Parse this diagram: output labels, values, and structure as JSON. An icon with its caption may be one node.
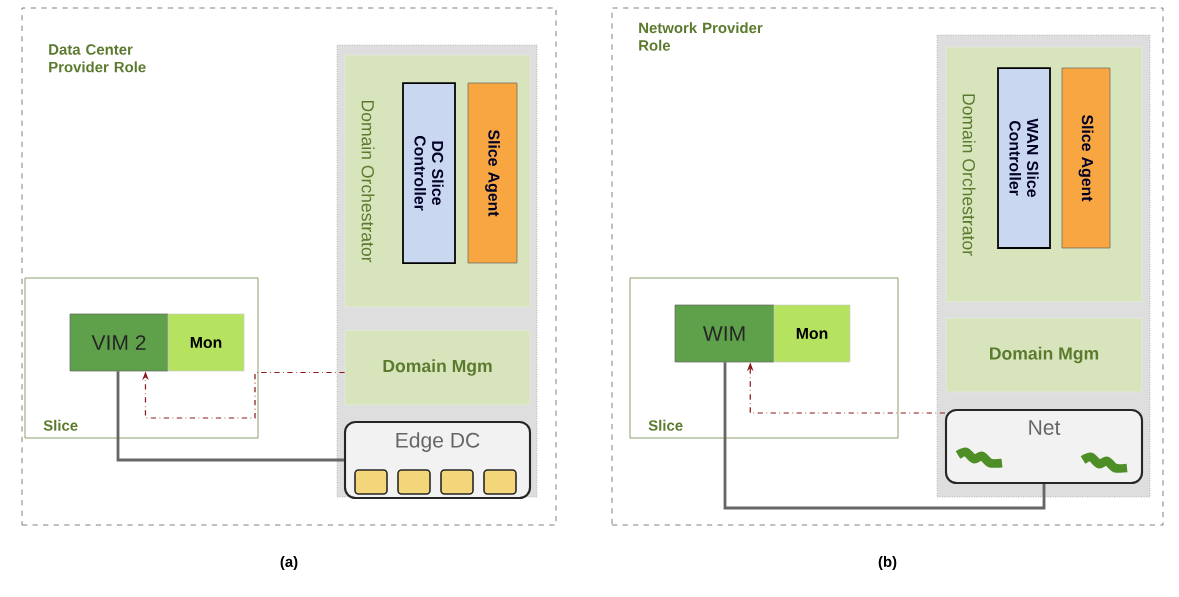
{
  "diagram": {
    "nodes": [
      {
        "text": [
          "Data Center Provider Role"
        ],
        "beside": [
          "(a)"
        ]
      },
      {
        "text": [],
        "shape": "box",
        "in": 0
      },
      {
        "text": [
          "Domain Orchestrator"
        ],
        "in": 1
      },
      {
        "text": [
          "DC Slice Controller"
        ],
        "in": 2
      },
      {
        "text": [
          "Slice Agent"
        ],
        "in": 2
      },
      {
        "text": [
          "Domain Mgm"
        ],
        "in": 1
      },
      {
        "text": [
          "Edge DC"
        ],
        "in": 1
      },
      {
        "text": [],
        "shape": "box",
        "in": 6
      },
      {
        "text": [],
        "shape": "box",
        "in": 6
      },
      {
        "text": [],
        "shape": "box",
        "in": 6
      },
      {
        "text": [],
        "shape": "box",
        "in": 6
      },
      {
        "text": [
          "Slice"
        ],
        "in": 0
      },
      {
        "text": [
          "VIM 2"
        ],
        "in": 11
      },
      {
        "text": [
          "Mon"
        ],
        "in": 11
      },
      {
        "text": [
          "Network Provider Role"
        ],
        "beside": [
          "(b)"
        ]
      },
      {
        "text": [],
        "shape": "box",
        "in": 14
      },
      {
        "text": [
          "Domain Orchestrator"
        ],
        "in": 15
      },
      {
        "text": [
          "WAN Slice Controller"
        ],
        "in": 16
      },
      {
        "text": [
          "Slice Agent"
        ],
        "in": 16
      },
      {
        "text": [
          "Domain Mgm"
        ],
        "in": 15
      },
      {
        "text": [
          "Net"
        ],
        "in": 15
      },
      {
        "text": [
          "Slice"
        ],
        "in": 14
      },
      {
        "text": [
          "WIM"
        ],
        "in": 21
      },
      {
        "text": [
          "Mon"
        ],
        "in": 21
      }
    ],
    "edges": [
      {
        "from": 5,
        "to": 12,
        "arrow": "to",
        "style": "dashed",
        "color": "#8b1a1a"
      },
      {
        "from": 12,
        "to": 6,
        "arrow": "none"
      },
      {
        "from": 20,
        "to": 22,
        "arrow": "to",
        "style": "dashed",
        "color": "#8b1a1a"
      },
      {
        "from": 22,
        "to": 20,
        "arrow": "none"
      }
    ]
  }
}
